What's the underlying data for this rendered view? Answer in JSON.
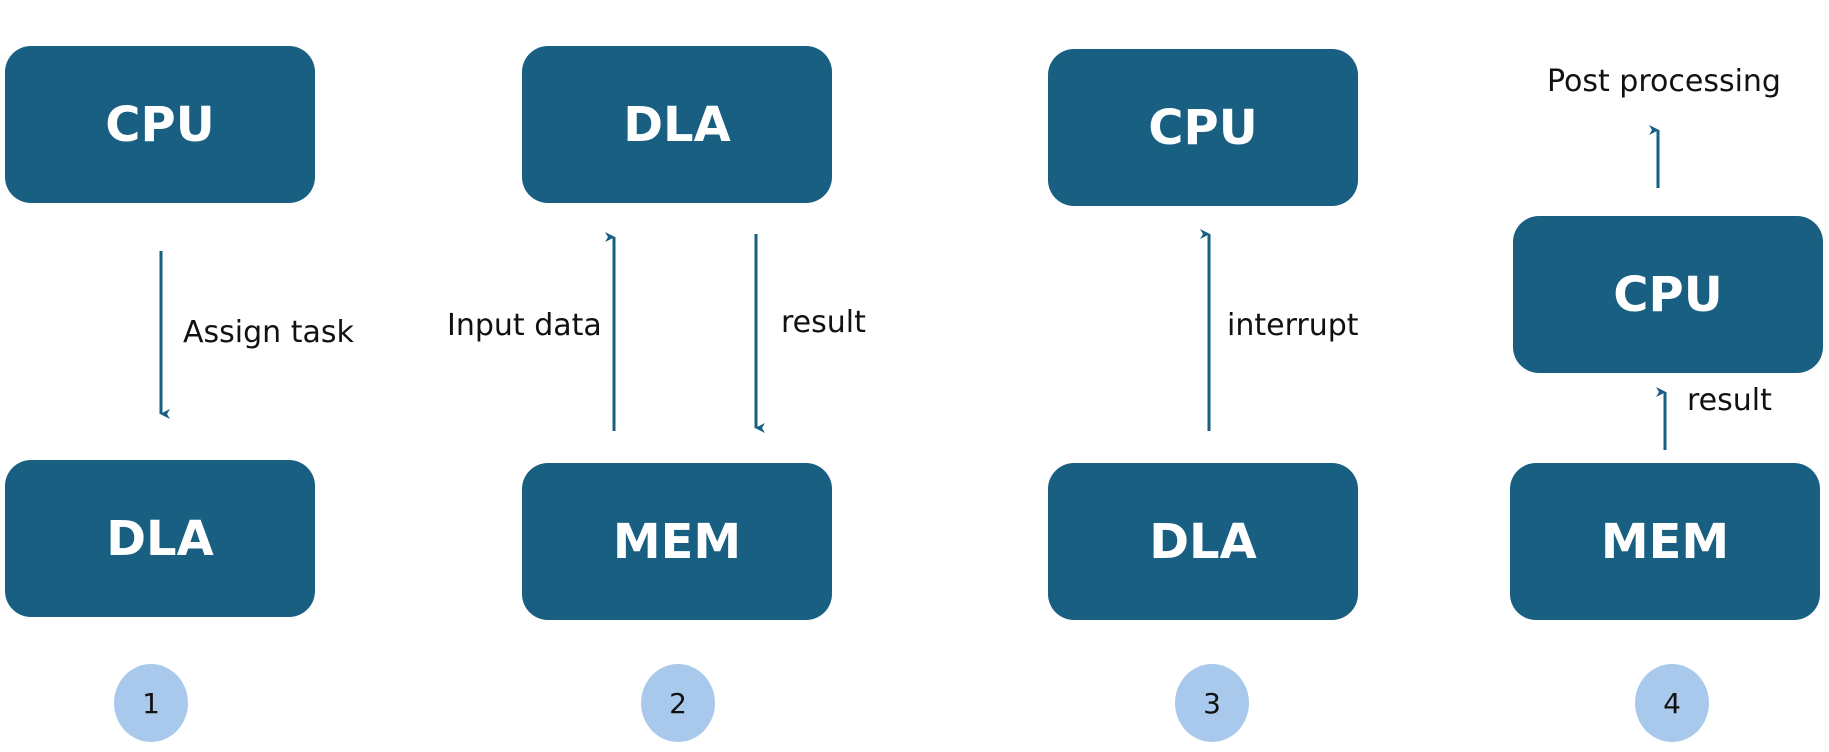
{
  "colors": {
    "box": "#185f82",
    "box_text": "#ffffff",
    "arrow": "#185f82",
    "step_circle": "#a9c9ec"
  },
  "step1": {
    "top_box": "CPU",
    "bottom_box": "DLA",
    "arrow_label": "Assign task",
    "number": "1"
  },
  "step2": {
    "top_box": "DLA",
    "bottom_box": "MEM",
    "up_arrow_label": "Input data",
    "down_arrow_label": "result",
    "number": "2"
  },
  "step3": {
    "top_box": "CPU",
    "bottom_box": "DLA",
    "arrow_label": "interrupt",
    "number": "3"
  },
  "step4": {
    "top_label": "Post processing",
    "middle_box": "CPU",
    "bottom_box": "MEM",
    "arrow_label": "result",
    "number": "4"
  }
}
